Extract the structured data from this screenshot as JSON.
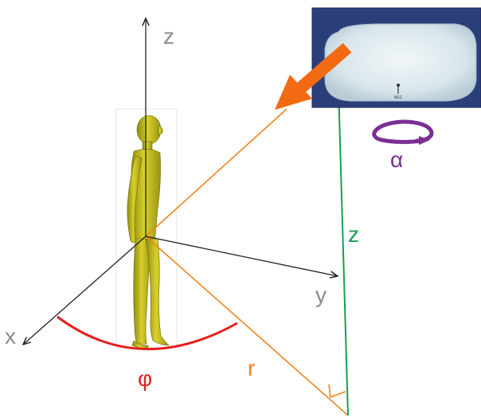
{
  "labels": {
    "z_axis": "z",
    "x_axis": "x",
    "y_axis": "y",
    "azimuth": "φ",
    "distance": "r",
    "height": "z",
    "rotation": "α"
  },
  "colors": {
    "axes": "#222222",
    "axis_label": "#8c8c8c",
    "distance_line": "#f0821e",
    "height_line": "#14a050",
    "azimuth_arc": "#e61e1e",
    "rotation": "#7a2f93",
    "figure": "#c8c01e",
    "arrow": "#f26a12",
    "panel_bg": "#2a3f7a",
    "panel_screen": "#dfe9ee"
  },
  "icons": {
    "human_figure": "standing-human-phantom-icon",
    "radiation_source": "antenna-panel-icon",
    "incidence_arrow": "incidence-arrow-icon",
    "rotation": "rotation-arrow-icon"
  }
}
